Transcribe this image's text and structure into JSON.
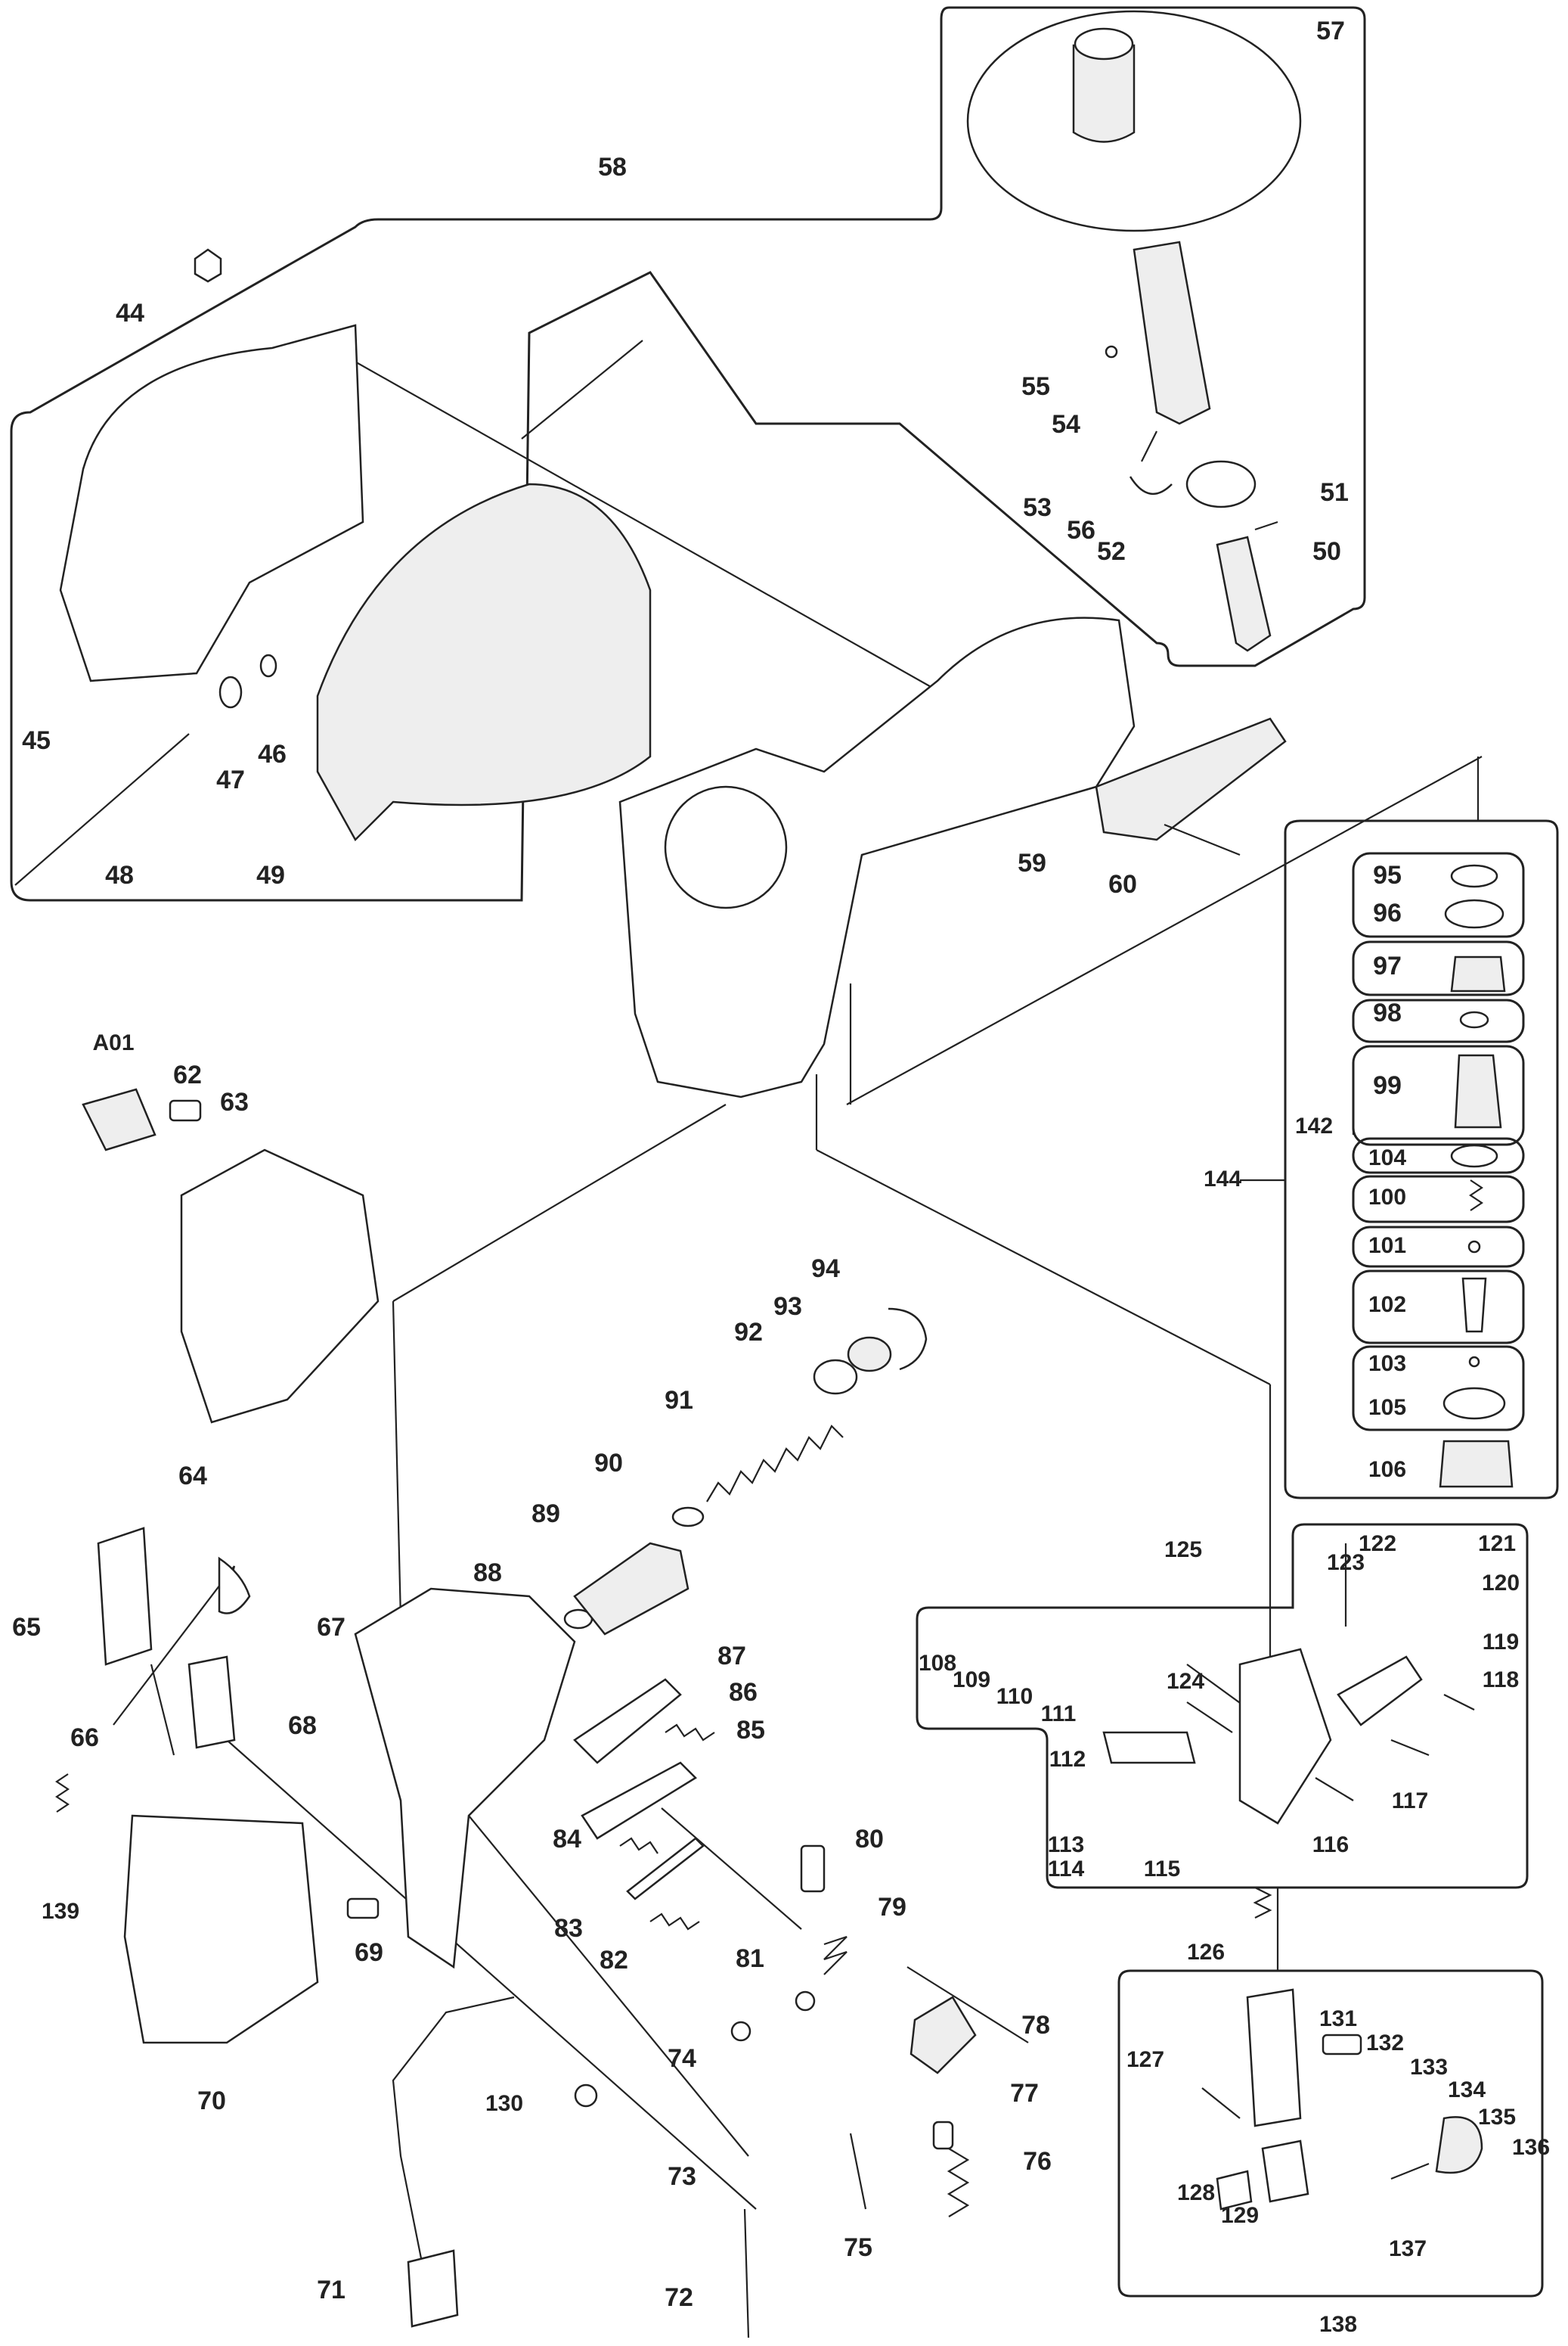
{
  "diagram": {
    "labels": {
      "p44": "44",
      "p45": "45",
      "p46": "46",
      "p47": "47",
      "p48": "48",
      "p49": "49",
      "p50": "50",
      "p51": "51",
      "p52": "52",
      "p53": "53",
      "p54": "54",
      "p55": "55",
      "p56": "56",
      "p57": "57",
      "p58": "58",
      "p59": "59",
      "p60": "60",
      "pA01": "A01",
      "p62": "62",
      "p63": "63",
      "p64": "64",
      "p65": "65",
      "p66": "66",
      "p67": "67",
      "p68": "68",
      "p69": "69",
      "p70": "70",
      "p71": "71",
      "p72": "72",
      "p73": "73",
      "p74": "74",
      "p75": "75",
      "p76": "76",
      "p77": "77",
      "p78": "78",
      "p79": "79",
      "p80": "80",
      "p81": "81",
      "p82": "82",
      "p83": "83",
      "p84": "84",
      "p85": "85",
      "p86": "86",
      "p87": "87",
      "p88": "88",
      "p89": "89",
      "p90": "90",
      "p91": "91",
      "p92": "92",
      "p93": "93",
      "p94": "94",
      "p95": "95",
      "p96": "96",
      "p97": "97",
      "p98": "98",
      "p99": "99",
      "p100": "100",
      "p101": "101",
      "p102": "102",
      "p103": "103",
      "p104": "104",
      "p105": "105",
      "p106": "106",
      "p108": "108",
      "p109": "109",
      "p110": "110",
      "p111": "111",
      "p112": "112",
      "p113": "113",
      "p114": "114",
      "p115": "115",
      "p116": "116",
      "p117": "117",
      "p118": "118",
      "p119": "119",
      "p120": "120",
      "p121": "121",
      "p122": "122",
      "p123": "123",
      "p124": "124",
      "p125": "125",
      "p126": "126",
      "p127": "127",
      "p128": "128",
      "p129": "129",
      "p130": "130",
      "p131": "131",
      "p132": "132",
      "p133": "133",
      "p134": "134",
      "p135": "135",
      "p136": "136",
      "p137": "137",
      "p138": "138",
      "p139": "139",
      "p142": "142",
      "p144": "144"
    }
  }
}
